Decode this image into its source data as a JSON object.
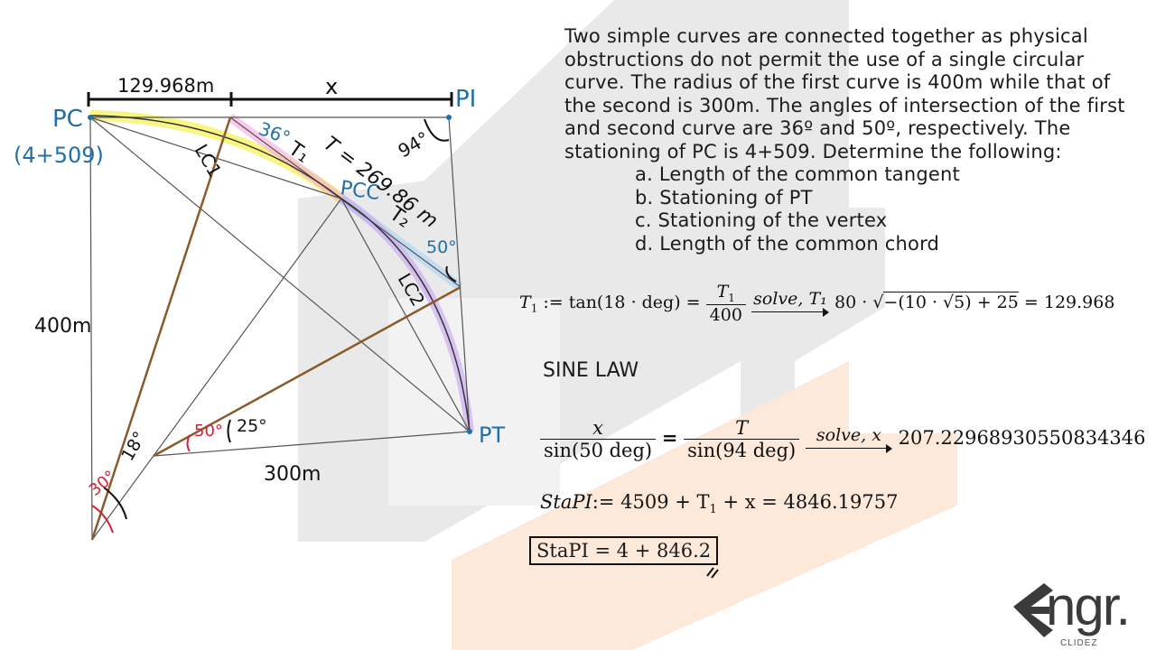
{
  "problem": {
    "text": "Two simple curves are connected together as physical obstructions do not permit the use of a single circular curve. The radius of the first curve is 400m while that of the second is 300m. The angles of intersection of the first and second curve are 36º and 50º, respectively. The stationing of PC is 4+509. Determine the following:",
    "items": [
      "a. Length of the common tangent",
      "b. Stationing of PT",
      "c. Stationing of the vertex",
      "d. Length of the common chord"
    ]
  },
  "diagram": {
    "dim_top": "129.968m",
    "dim_x": "x",
    "pc": "PC",
    "pc_station": "(4+509)",
    "pi": "PI",
    "pcc": "PCC",
    "pt": "PT",
    "t1": "T₁",
    "t2": "T₂",
    "t_len": "T = 269.86 m",
    "angle_36": "36°",
    "angle_94": "94°",
    "angle_50_pcc": "50°",
    "lc1": "LC1",
    "lc2": "LC2",
    "radius_400": "400m",
    "radius_300": "300m",
    "angle_18": "18°",
    "angle_30": "30°",
    "angle_50_center": "50°",
    "angle_25": "25°"
  },
  "equations": {
    "eq1": {
      "lhs": "T",
      "lhs_sub": "1",
      "assign": ":= tan(18 · deg) =",
      "frac_num": "T",
      "frac_num_sub": "1",
      "frac_den": "400",
      "arrow_label": "solve, T₁",
      "result_prefix": "80 ·",
      "radicand": "−(10 · √5) + 25",
      "result": "= 129.968"
    },
    "sine_law": "SINE LAW",
    "eq2": {
      "num_left": "x",
      "den_left": "sin(50 deg)",
      "eq": "=",
      "num_right": "T",
      "den_right": "sin(94 deg)",
      "arrow_label": "solve, x",
      "result": "207.22968930550834346"
    },
    "eq3": {
      "lhs": "StaPI",
      "expr": ":= 4509 + T",
      "sub": "1",
      "rest": "+ x = 4846.19757"
    },
    "eq4": {
      "text": "StaPI = 4 + 846.2"
    }
  },
  "logo": {
    "text": "ngr.",
    "sub": "CLIDEZ"
  },
  "colors": {
    "blue_label": "#1f6fa8",
    "highlight_yellow": "#f7f25a",
    "highlight_purple": "#c9a8f0",
    "highlight_pink": "#f5a8d8",
    "highlight_blue": "#a8d4f5",
    "radius_brown": "#8b5a2b",
    "angle_red": "#d0243a",
    "watermark_gray": "#e6e6e6",
    "watermark_orange": "#fde7d7"
  }
}
